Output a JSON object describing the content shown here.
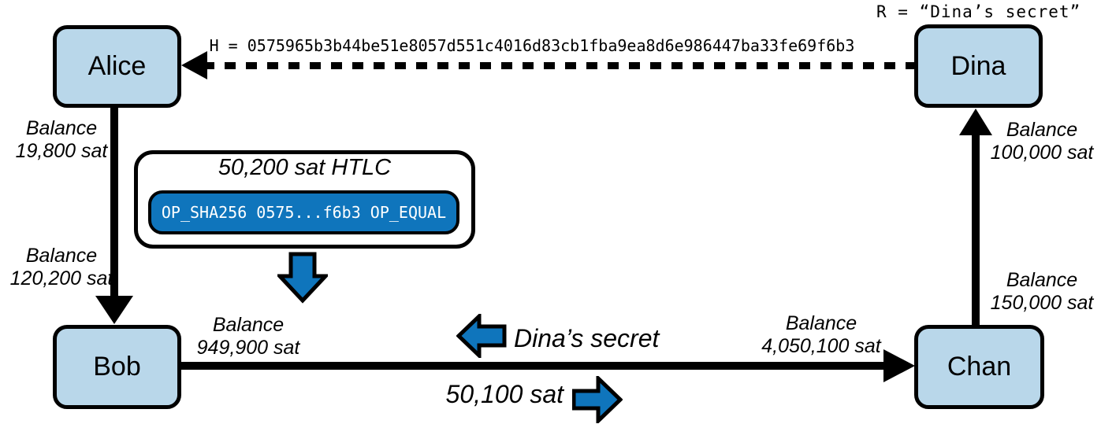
{
  "colors": {
    "ink": "#000000",
    "node_fill": "#b9d7ea",
    "accent_blue": "#0f75bc"
  },
  "nodes": {
    "alice": "Alice",
    "bob": "Bob",
    "chan": "Chan",
    "dina": "Dina"
  },
  "top": {
    "r_label": "R = “Dina’s secret”",
    "hash_label": "H = 0575965b3b44be51e8057d551c4016d83cb1fba9ea8d6e986447ba33fe69f6b3"
  },
  "htlc": {
    "title": "50,200 sat HTLC",
    "script": "OP_SHA256 0575...f6b3 OP_EQUAL"
  },
  "channels": {
    "alice_bob": {
      "balance_upper": "Balance\n19,800 sat",
      "balance_lower": "Balance\n120,200 sat"
    },
    "bob_chan": {
      "balance_left": "Balance\n949,900 sat",
      "balance_right": "Balance\n4,050,100 sat"
    },
    "chan_dina": {
      "balance_upper": "Balance\n100,000 sat",
      "balance_lower": "Balance\n150,000 sat"
    }
  },
  "payment": {
    "secret_label": "Dina’s secret",
    "amount_label": "50,100 sat"
  }
}
